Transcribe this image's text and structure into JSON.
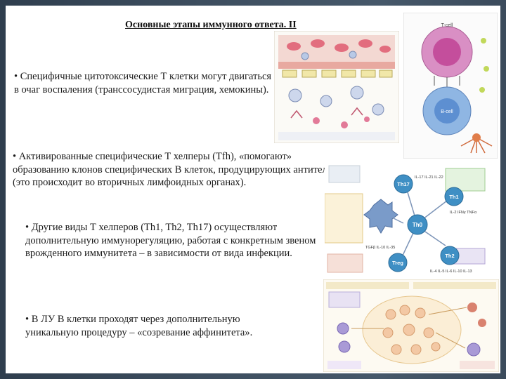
{
  "slide": {
    "title": "Основные этапы иммунного ответа. II",
    "paragraphs": [
      "• Специфичные цитотоксические Т клетки могут двигаться в очаг воспаления (трансcосудистая миграция, хемокины).",
      "• Активированные специфические Т хелперы (Tfh), «помогают» образованию клонов специфических В клеток, продуцирующих антитела (это происходит во вторичных лимфоидных органах).",
      "• Другие виды Т хелперов (Th1, Th2, Th17) осуществляют дополнительную иммунорегуляцию, работая с конкретным звеном врожденного иммунитета – в зависимости от вида инфекции.",
      "• В ЛУ В клетки проходят через дополнительную уникальную процедуру – «созревание аффинитета»."
    ]
  },
  "figures": {
    "th_diagram": {
      "th0": "Th0",
      "th17": "Th17",
      "th1": "Th1",
      "th2": "Th2",
      "treg": "Treg",
      "th17_cytokines": "IL-17 IL-21 IL-22",
      "th1_cytokines": "IL-2 IFNγ TNFα",
      "th2_cytokines": "IL-4 IL-5 IL-6 IL-10 IL-13",
      "treg_cytokines": "TGFβ IL-10 IL-35"
    },
    "bcell_diagram": {
      "b_cell": "B-cell",
      "t_cell": "T-cell"
    }
  }
}
